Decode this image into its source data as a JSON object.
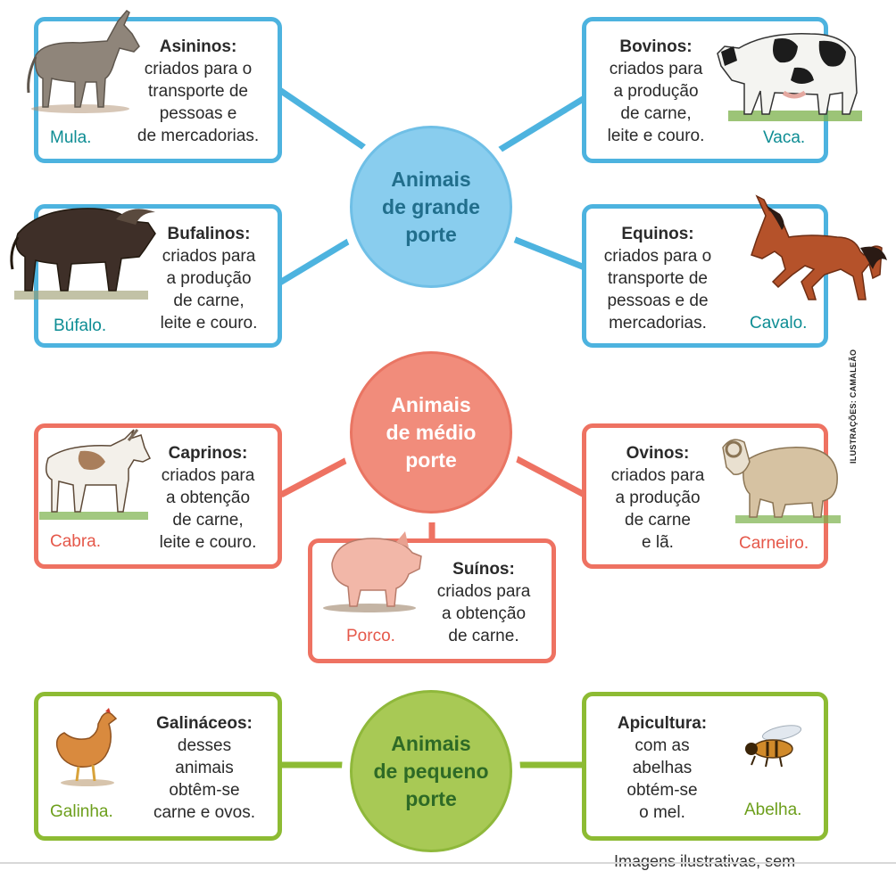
{
  "hubs": {
    "large": {
      "line1": "Animais",
      "line2": "de grande",
      "line3": "porte"
    },
    "medium": {
      "line1": "Animais",
      "line2": "de médio",
      "line3": "porte"
    },
    "small": {
      "line1": "Animais",
      "line2": "de pequeno",
      "line3": "porte"
    }
  },
  "cards": {
    "asininos": {
      "title": "Asininos:",
      "lines": [
        "criados para o",
        "transporte de",
        "pessoas e",
        "de mercadorias."
      ],
      "animal": "Mula."
    },
    "bovinos": {
      "title": "Bovinos:",
      "lines": [
        "criados para",
        "a produção",
        "de carne,",
        "leite e couro."
      ],
      "animal": "Vaca."
    },
    "bufalinos": {
      "title": "Bufalinos:",
      "lines": [
        "criados para",
        "a produção",
        "de carne,",
        "leite e couro."
      ],
      "animal": "Búfalo."
    },
    "equinos": {
      "title": "Equinos:",
      "lines": [
        "criados para o",
        "transporte de",
        "pessoas e de",
        "mercadorias."
      ],
      "animal": "Cavalo."
    },
    "caprinos": {
      "title": "Caprinos:",
      "lines": [
        "criados para",
        "a obtenção",
        "de carne,",
        "leite e couro."
      ],
      "animal": "Cabra."
    },
    "ovinos": {
      "title": "Ovinos:",
      "lines": [
        "criados para",
        "a produção",
        "de carne",
        "e lã."
      ],
      "animal": "Carneiro."
    },
    "suinos": {
      "title": "Suínos:",
      "lines": [
        "criados para",
        "a obtenção",
        "de carne."
      ],
      "animal": "Porco."
    },
    "galinaceos": {
      "title": "Galináceos:",
      "lines": [
        "desses",
        "animais",
        "obtêm-se",
        "carne e ovos."
      ],
      "animal": "Galinha."
    },
    "apicultura": {
      "title": "Apicultura:",
      "lines": [
        "com as",
        "abelhas",
        "obtém-se",
        "o mel."
      ],
      "animal": "Abelha."
    }
  },
  "credit": "ILUSTRAÇÕES: CAMALEÃO",
  "footer": "Imagens ilustrativas, sem",
  "colors": {
    "large": "#4db3df",
    "medium": "#ee7262",
    "small": "#8dbb33"
  }
}
